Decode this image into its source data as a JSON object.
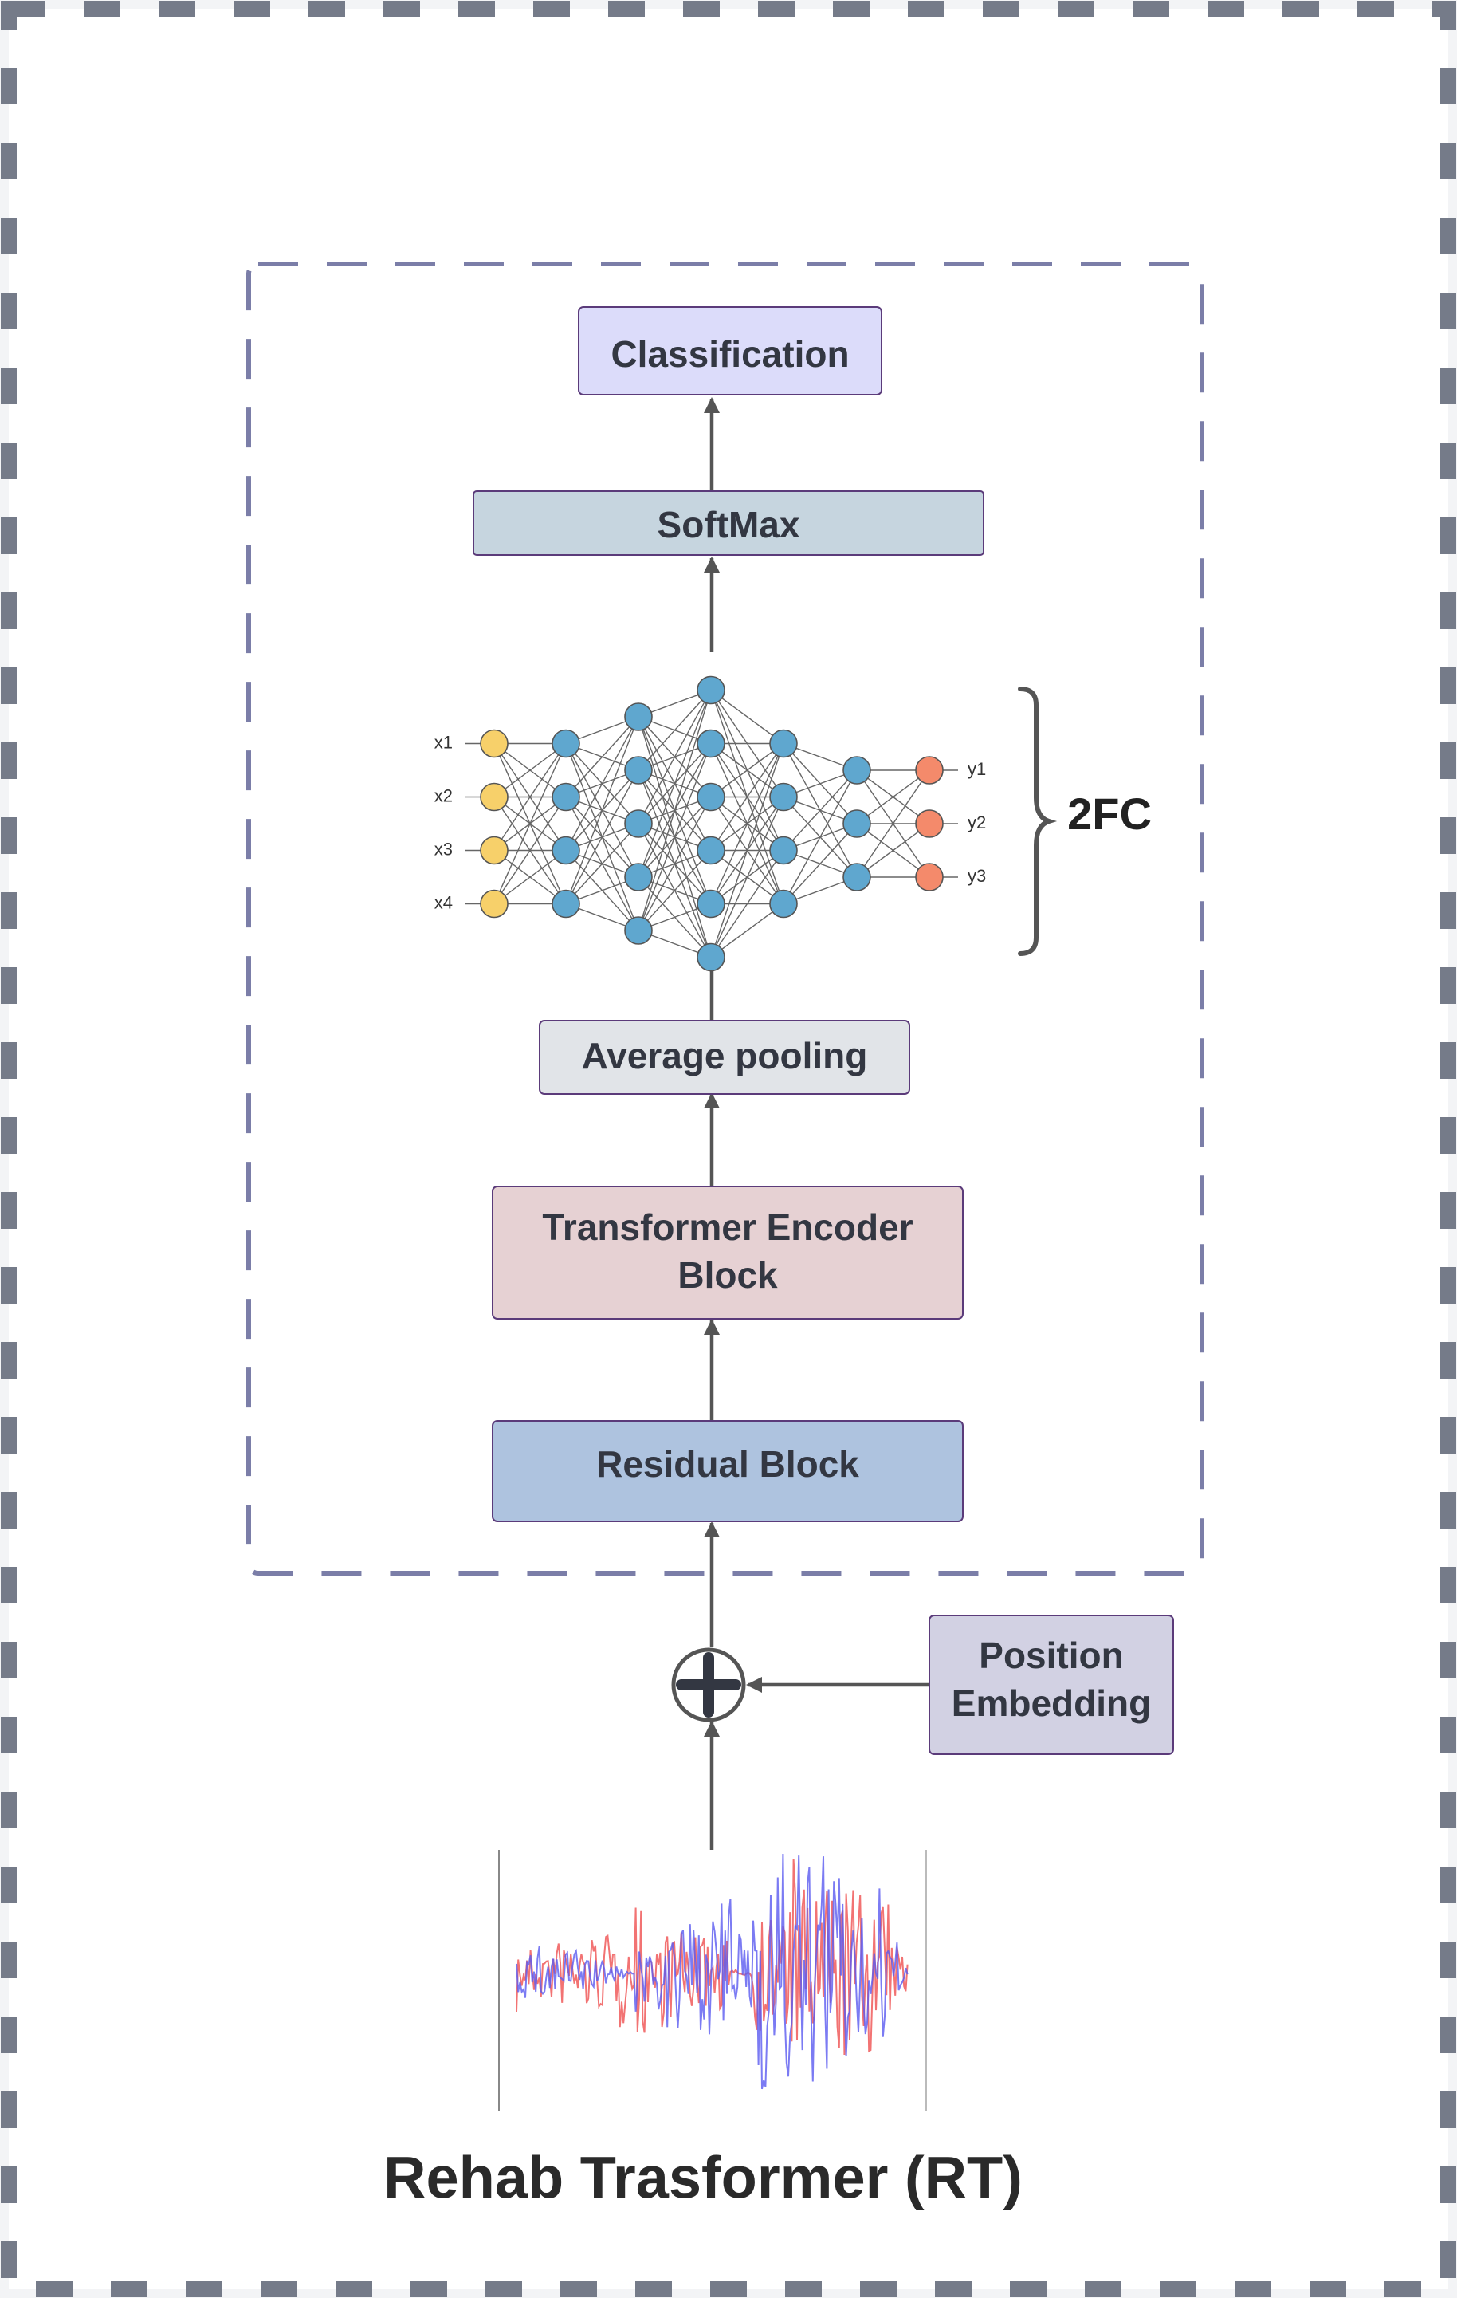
{
  "title": "Rehab Trasformer (RT)",
  "blocks": {
    "classification": "Classification",
    "softmax": "SoftMax",
    "average_pooling": "Average pooling",
    "transformer_line1": "Transformer Encoder",
    "transformer_line2": "Block",
    "residual": "Residual Block",
    "position_line1": "Position",
    "position_line2": "Embedding"
  },
  "fc_label": "2FC",
  "network": {
    "input_labels": [
      "x1",
      "x2",
      "x3",
      "x4"
    ],
    "output_labels": [
      "y1",
      "y2",
      "y3"
    ],
    "layer_sizes": [
      4,
      4,
      5,
      6,
      4,
      3,
      3
    ]
  },
  "colors": {
    "outer_border": "#757b89",
    "inner_border": "#7b7ea8",
    "block_border": "#5b3b7a",
    "classification_fill": "#dcdcfa",
    "softmax_fill": "#c6d5df",
    "pooling_fill": "#e1e4e8",
    "transformer_fill": "#e6d1d3",
    "residual_fill": "#aec3df",
    "position_fill": "#d2d1e3",
    "input_node": "#f7d06a",
    "hidden_node": "#5fa7cf",
    "output_node": "#f48a6b",
    "arrow": "#555555",
    "text": "#333742",
    "signal_a": "#f05a5a",
    "signal_b": "#5a5af0"
  }
}
